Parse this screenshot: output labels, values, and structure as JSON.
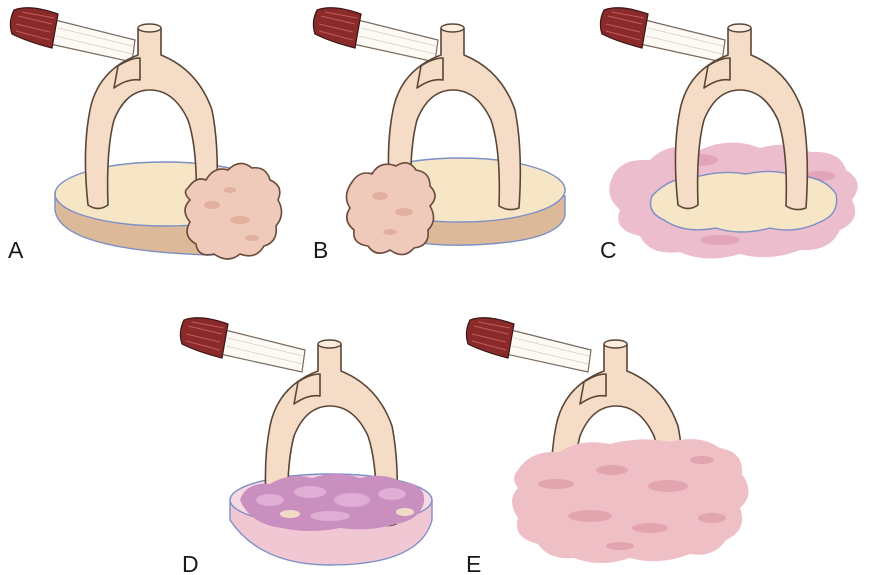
{
  "panels": [
    {
      "id": "A",
      "label": "A"
    },
    {
      "id": "B",
      "label": "B"
    },
    {
      "id": "C",
      "label": "C"
    },
    {
      "id": "D",
      "label": "D"
    },
    {
      "id": "E",
      "label": "E"
    }
  ],
  "colors": {
    "bone": "#f4dcc6",
    "disc": "#f6e6c6",
    "tissue": "#efc9b9",
    "muscle": "#8a2a2a",
    "outline_blue": "#7d8fc7",
    "graft_pink": "#e8b2c4"
  }
}
